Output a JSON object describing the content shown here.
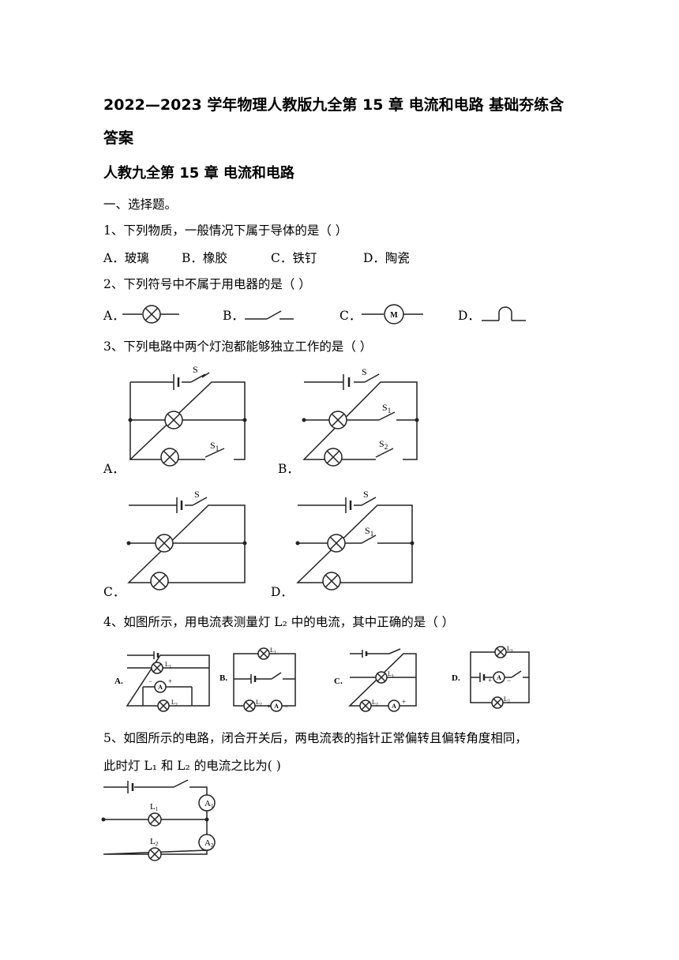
{
  "title_line1": "2022—2023 学年物理人教版九全第 15 章  电流和电路    基础夯练含",
  "title_line2": "答案",
  "subtitle": "人教九全第 15 章  电流和电路",
  "section": "一、选择题。",
  "q1": {
    "stem": "1、下列物质，一般情况下属于导体的是（     ）",
    "options": [
      "A．玻璃",
      "B．橡胶",
      "C．铁钉",
      "D．陶瓷"
    ]
  },
  "q2": {
    "stem": "2、下列符号中不属于用电器的是（      ）",
    "options": [
      "A．",
      "B．",
      "C．",
      "D．"
    ],
    "motor_letter": "M"
  },
  "q3": {
    "stem": "3、下列电路中两个灯泡都能够独立工作的是（        ）",
    "options": [
      "A．",
      "B．",
      "C．",
      "D．"
    ],
    "labels": {
      "s": "S",
      "s1": "S",
      "s2": "S",
      "sub1": "1",
      "sub2": "2"
    }
  },
  "q4": {
    "stem": "4、如图所示，用电流表测量灯 L₂ 中的电流，其中正确的是（        ）",
    "options": [
      "A.",
      "B.",
      "C.",
      "D."
    ],
    "labels": {
      "ammeter": "A",
      "l": "L",
      "sub1": "1",
      "sub2": "2",
      "plus": "+",
      "minus": "−"
    }
  },
  "q5": {
    "stem_line1": "5、如图所示的电路，闭合开关后，两电流表的指针正常偏转且偏转角度相同，",
    "stem_line2": "此时灯 L₁ 和 L₂ 的电流之比为(          )",
    "labels": {
      "a": "A",
      "l": "L",
      "sub1": "1",
      "sub2": "2"
    }
  }
}
